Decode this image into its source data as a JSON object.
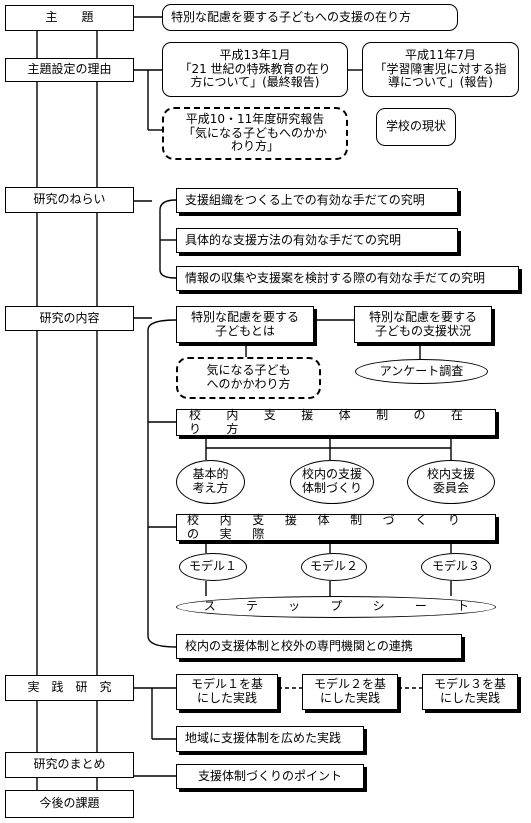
{
  "sections": {
    "theme": "主　　題",
    "reason": "主題設定の理由",
    "aim": "研究のねらい",
    "content": "研究の内容",
    "practice": "実　践　研　究",
    "summary": "研究のまとめ",
    "future": "今後の課題"
  },
  "theme_text": "特別な配慮を要する子どもへの支援の在り方",
  "reasons": {
    "r1": "平成13年1月\n「21 世紀の特殊教育の在り\n方について」(最終報告)",
    "r2": "平成11年7月\n「学習障害児に対する指\n導について」(報告)",
    "r3": "平成10・11年度研究報告\n「気になる子どもへのかか\nわり方」",
    "r4": "学校の現状"
  },
  "aims": [
    "支援組織をつくる上での有効な手だての究明",
    "具体的な支援方法の有効な手だての究明",
    "情報の収集や支援案を検討する際の有効な手だての究明"
  ],
  "content": {
    "special": "特別な配慮を要する\n子どもとは",
    "concern": "気になる子ども\nへのかかわり方",
    "status": "特別な配慮を要する\n子どもの支援状況",
    "survey": "アンケート調査",
    "system_ideal": "校 内 支 援 体 制 の 在 り 方",
    "basic": "基本的\n考え方",
    "creation": "校内の支援\n体制づくり",
    "committee": "校内支援\n委員会",
    "system_practice": "校 内 支 援 体 制 づ く り の 実 際",
    "models": [
      "モデル１",
      "モデル２",
      "モデル３"
    ],
    "step_sheet": "ス テ ッ プ シ ー ト",
    "cooperation": "校内の支援体制と校外の専門機関との連携"
  },
  "practice": {
    "m1": "モデル１を基\nにした実践",
    "m2": "モデル２を基\nにした実践",
    "m3": "モデル３を基\nにした実践",
    "region": "地域に支援体制を広めた実践"
  },
  "summary_text": "支援体制づくりのポイント"
}
